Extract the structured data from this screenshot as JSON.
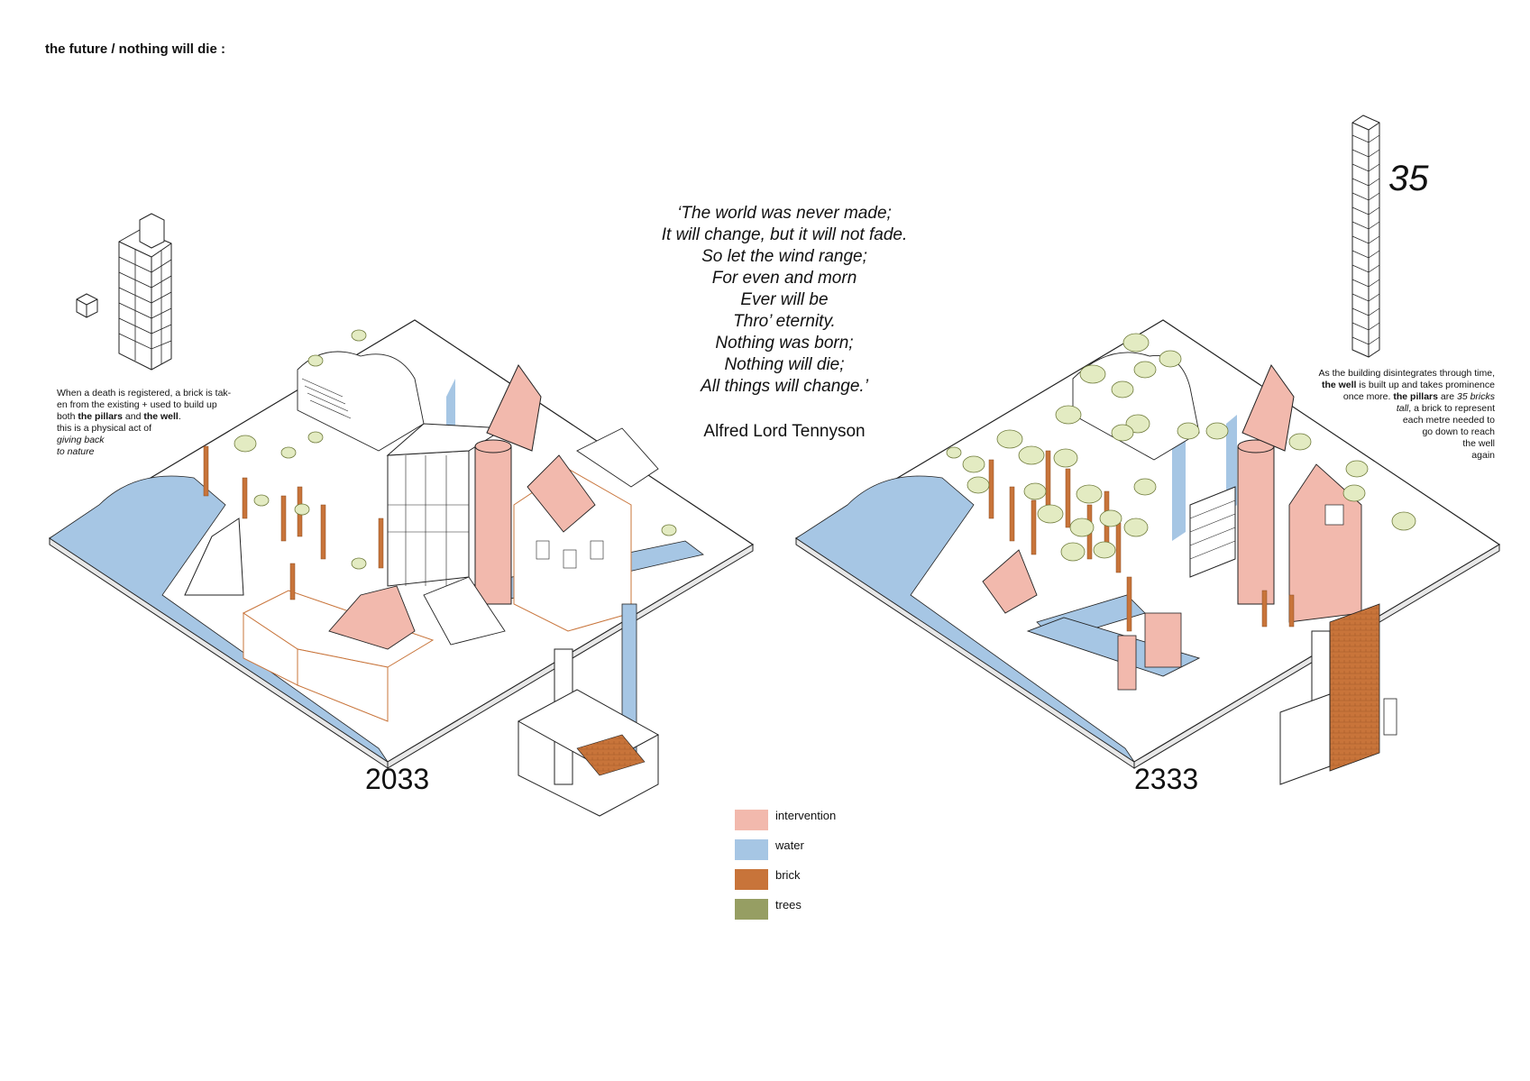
{
  "page": {
    "title": "the future / nothing will die :"
  },
  "quote": {
    "lines": [
      "‘The world was never made;",
      "It will change, but it will not fade.",
      "So let the wind range;",
      "For even and morn",
      "Ever will be",
      "Thro’ eternity.",
      "Nothing was born;",
      "Nothing will die;",
      "All things will change.’"
    ],
    "author": "Alfred Lord Tennyson"
  },
  "note_left": {
    "l1": "When a death is registered, a brick is tak-",
    "l2": "en from the existing + used to build up",
    "l3a": "both ",
    "l3b": "the pillars",
    "l3c": " and ",
    "l3d": "the well",
    "l3e": ".",
    "l4": "this is a physical act of",
    "l5": "giving back",
    "l6": "to nature"
  },
  "note_right": {
    "l1": "As the building disintegrates through time,",
    "l2a": "the well",
    "l2b": " is built up and takes prominence",
    "l3a": "once more. ",
    "l3b": "the pillars",
    "l3c": " are ",
    "l3d": "35 bricks",
    "l4a": "tall",
    "l4b": ", a brick to represent",
    "l5": "each metre needed to",
    "l6": "go down to reach",
    "l7": "the well",
    "l8": "again"
  },
  "big_number": "35",
  "years": {
    "left": "2033",
    "right": "2333"
  },
  "legend": [
    {
      "label": "intervention",
      "color": "#f2b9ad"
    },
    {
      "label": "water",
      "color": "#a6c6e4"
    },
    {
      "label": "brick",
      "color": "#c8743a"
    },
    {
      "label": "trees",
      "color": "#969e63"
    }
  ],
  "colors": {
    "intervention": "#f2b9ad",
    "water": "#a6c6e4",
    "brick": "#c8743a",
    "trees": "#969e63",
    "tree_canopy": "#e3ebc2"
  }
}
